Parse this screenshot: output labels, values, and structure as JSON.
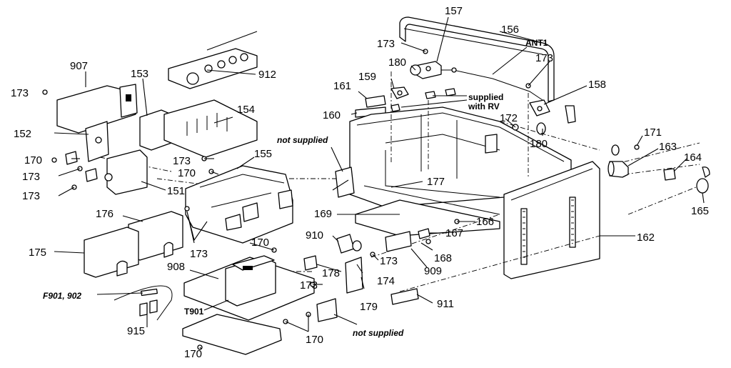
{
  "diagram": {
    "labels": [
      {
        "id": "l157",
        "text": "157"
      },
      {
        "id": "l156",
        "text": "156"
      },
      {
        "id": "lant1",
        "text": "ANT1"
      },
      {
        "id": "l173a",
        "text": "173"
      },
      {
        "id": "l180a",
        "text": "180"
      },
      {
        "id": "l173b",
        "text": "173"
      },
      {
        "id": "l159",
        "text": "159"
      },
      {
        "id": "l161",
        "text": "161"
      },
      {
        "id": "lsup",
        "text": "supplied"
      },
      {
        "id": "lsup2",
        "text": "with RV"
      },
      {
        "id": "l158",
        "text": "158"
      },
      {
        "id": "l160",
        "text": "160"
      },
      {
        "id": "l172",
        "text": "172"
      },
      {
        "id": "l180b",
        "text": "180"
      },
      {
        "id": "l171",
        "text": "171"
      },
      {
        "id": "l163",
        "text": "163"
      },
      {
        "id": "l164",
        "text": "164"
      },
      {
        "id": "l165",
        "text": "165"
      },
      {
        "id": "l907",
        "text": "907"
      },
      {
        "id": "l912",
        "text": "912"
      },
      {
        "id": "l153",
        "text": "153"
      },
      {
        "id": "l173c",
        "text": "173"
      },
      {
        "id": "l154",
        "text": "154"
      },
      {
        "id": "l152",
        "text": "152"
      },
      {
        "id": "lnotsup1",
        "text": "not supplied"
      },
      {
        "id": "l170a",
        "text": "170"
      },
      {
        "id": "l173d",
        "text": "173"
      },
      {
        "id": "l155",
        "text": "155"
      },
      {
        "id": "l170b",
        "text": "170"
      },
      {
        "id": "l173e",
        "text": "173"
      },
      {
        "id": "l151",
        "text": "151"
      },
      {
        "id": "l173f",
        "text": "173"
      },
      {
        "id": "l177",
        "text": "177"
      },
      {
        "id": "l176",
        "text": "176"
      },
      {
        "id": "l169",
        "text": "169"
      },
      {
        "id": "l166",
        "text": "166"
      },
      {
        "id": "l162",
        "text": "162"
      },
      {
        "id": "l175",
        "text": "175"
      },
      {
        "id": "l173g",
        "text": "173"
      },
      {
        "id": "l910",
        "text": "910"
      },
      {
        "id": "l167",
        "text": "167"
      },
      {
        "id": "l170c",
        "text": "170"
      },
      {
        "id": "l173h",
        "text": "173"
      },
      {
        "id": "l168",
        "text": "168"
      },
      {
        "id": "l908",
        "text": "908"
      },
      {
        "id": "l178",
        "text": "178"
      },
      {
        "id": "l174",
        "text": "174"
      },
      {
        "id": "l909",
        "text": "909"
      },
      {
        "id": "l173i",
        "text": "173"
      },
      {
        "id": "lf901",
        "text": "F901, 902"
      },
      {
        "id": "l179",
        "text": "179"
      },
      {
        "id": "lt901",
        "text": "T901"
      },
      {
        "id": "l911",
        "text": "911"
      },
      {
        "id": "l915",
        "text": "915"
      },
      {
        "id": "lnotsup2",
        "text": "not supplied"
      },
      {
        "id": "l170d",
        "text": "170"
      },
      {
        "id": "l170e",
        "text": "170"
      }
    ]
  }
}
